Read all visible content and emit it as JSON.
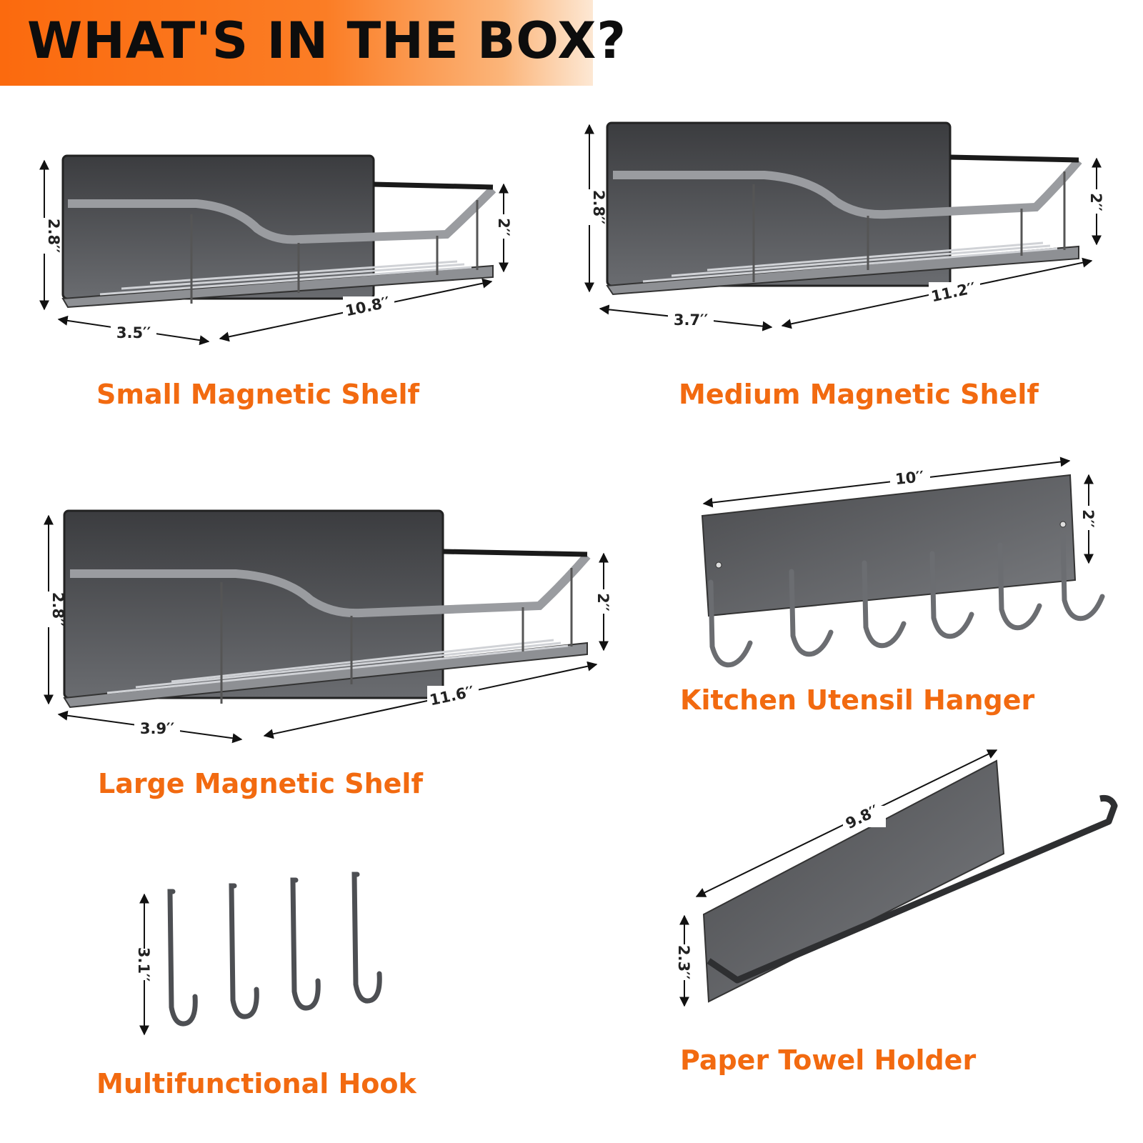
{
  "banner": {
    "title": "WHAT'S IN THE BOX?"
  },
  "products": {
    "small_shelf": {
      "name": "Small Magnetic Shelf",
      "height": "2.8′′",
      "rail": "2′′",
      "depth": "3.5′′",
      "length": "10.8′′"
    },
    "medium_shelf": {
      "name": "Medium Magnetic Shelf",
      "height": "2.8′′",
      "rail": "2′′",
      "depth": "3.7′′",
      "length": "11.2′′"
    },
    "large_shelf": {
      "name": "Large Magnetic Shelf",
      "height": "2.8′′",
      "rail": "2′′",
      "depth": "3.9′′",
      "length": "11.6′′"
    },
    "utensil_hanger": {
      "name": "Kitchen Utensil Hanger",
      "length": "10′′",
      "height": "2′′"
    },
    "hook": {
      "name": "Multifunctional Hook",
      "height": "3.1′′"
    },
    "towel_holder": {
      "name": "Paper Towel Holder",
      "length": "9.8′′",
      "height": "2.3′′"
    }
  },
  "colors": {
    "accent": "#f26a10",
    "banner": "#fb6a0e",
    "metal": "#5a5b5e",
    "metal_dark": "#2b2c2e",
    "metal_light": "#9c9ea2"
  }
}
